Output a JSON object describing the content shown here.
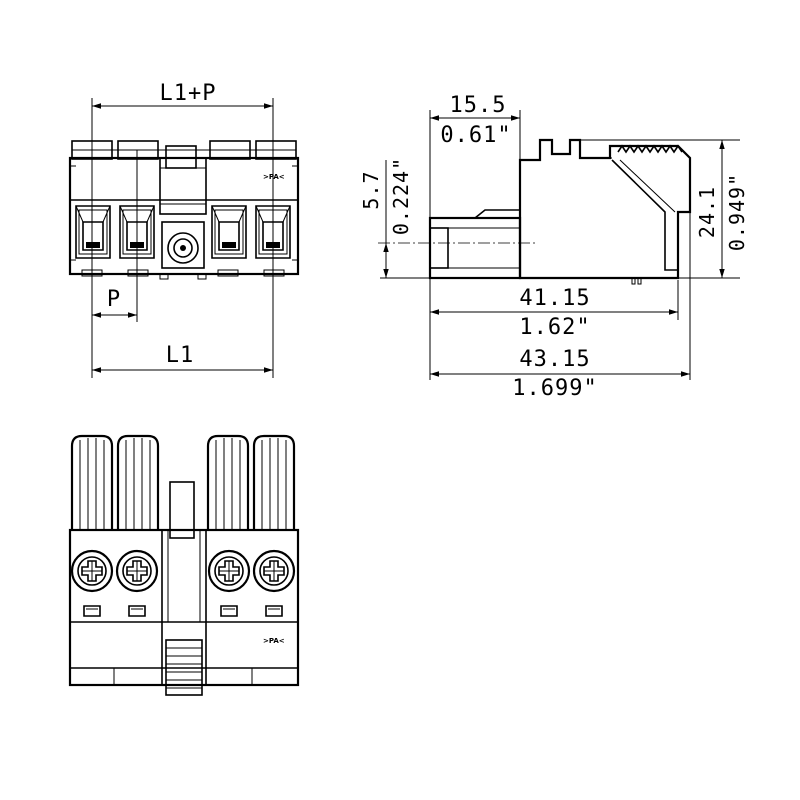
{
  "front_view": {
    "dim_l1p": "L1+P",
    "dim_p": "P",
    "dim_l1": "L1",
    "marking": ">PA<"
  },
  "side_view": {
    "dim_15_5": "15.5",
    "dim_0_61": "0.61\"",
    "dim_5_7": "5.7",
    "dim_0_224": "0.224\"",
    "dim_24_1": "24.1",
    "dim_0_949": "0.949\"",
    "dim_41_15": "41.15",
    "dim_1_62": "1.62\"",
    "dim_43_15": "43.15",
    "dim_1_699": "1.699\""
  },
  "top_view": {
    "marking": ">PA<"
  }
}
